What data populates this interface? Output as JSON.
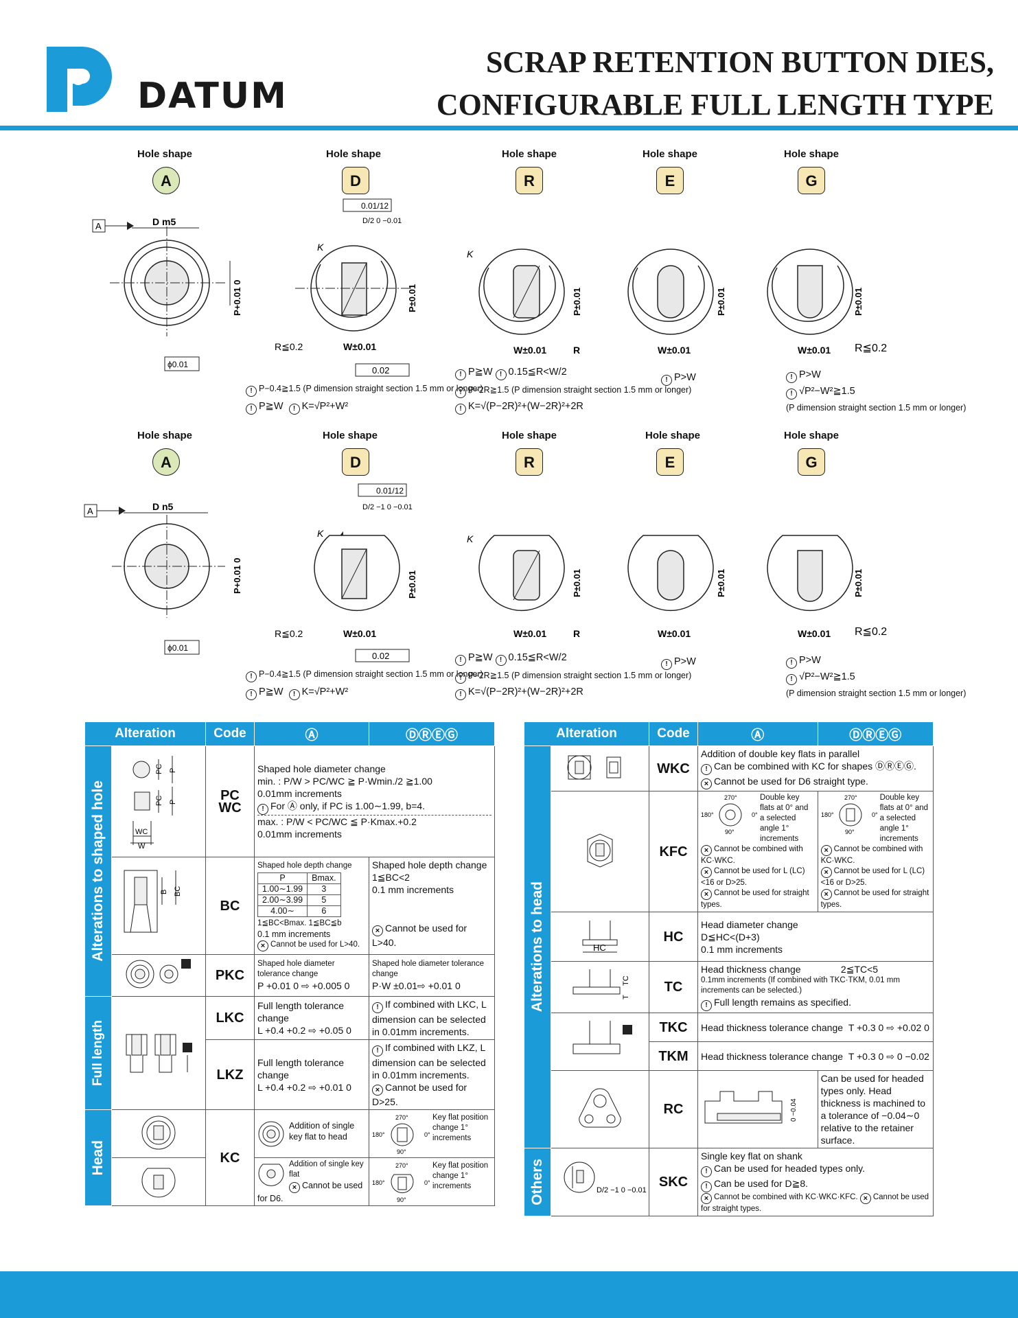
{
  "brand": {
    "name": "DATUM",
    "color": "#1b9bd7"
  },
  "title": {
    "line1": "SCRAP RETENTION BUTTON DIES,",
    "line2": "CONFIGURABLE FULL LENGTH TYPE"
  },
  "hole_shape_label": "Hole shape",
  "shapes": [
    "A",
    "D",
    "R",
    "E",
    "G"
  ],
  "diagram": {
    "datum": "A",
    "dia_m5": "D m5",
    "dia_n5": "D n5",
    "p_tol": "P+0.01 0",
    "p_pm": "P±0.01",
    "w_pm": "W±0.01",
    "r_le": "R≦0.2",
    "r": "R",
    "k": "K",
    "coax": "ϕ0.01",
    "para": "0.01/12",
    "sym": "0.02",
    "d_half": "D/2 0 −0.01",
    "d_half_1": "D/2 −1 0 −0.01"
  },
  "notes_top": {
    "d1": "P−0.4≧1.5 (P dimension straight section 1.5 mm or longer)",
    "d2a": "P≧W",
    "d2b": "K=√P²+W²",
    "r1a": "P≧W",
    "r1b": "0.15≦R<W/2",
    "r2": "P−2R≧1.5 (P dimension straight section 1.5 mm or longer)",
    "r3": "K=√(P−2R)²+(W−2R)²+2R",
    "e1": "P>W",
    "g1": "P>W",
    "g2": "√P²−W²≧1.5",
    "g3": "(P dimension straight section 1.5 mm or longer)"
  },
  "left_table": {
    "headers": [
      "Alteration",
      "Code",
      "Ⓐ",
      "ⒹⓇⒺⒼ"
    ],
    "groups": [
      "Alterations to shaped hole",
      "Full length",
      "Head"
    ],
    "pcwc": {
      "code1": "PC",
      "code2": "WC",
      "l1": "Shaped hole diameter change",
      "l2": "min. : P/W > PC/WC ≧ P·Wmin./2 ≧1.00",
      "l3": "0.01mm increments",
      "l4": "For Ⓐ only, if PC is 1.00∼1.99, b=4.",
      "l5": "max. : P/W < PC/WC ≦ P·Kmax.+0.2",
      "l6": "0.01mm increments",
      "fig_labels": [
        "PC",
        "P",
        "PC",
        "P",
        "WC",
        "W"
      ]
    },
    "bc": {
      "code": "BC",
      "title": "Shaped hole depth change",
      "mini_headers": [
        "P",
        "Bmax."
      ],
      "mini_rows": [
        [
          "1.00∼1.99",
          "3"
        ],
        [
          "2.00∼3.99",
          "5"
        ],
        [
          "4.00∼",
          "6"
        ]
      ],
      "a1": "1≦BC<Bmax. 1≦BC≦b",
      "a2": "0.1 mm increments",
      "a3": "Cannot be used for L>40.",
      "b1": "Shaped hole depth change",
      "b2": "1≦BC<2",
      "b3": "0.1 mm increments",
      "b4": "Cannot be used for L>40.",
      "fig_labels": [
        "B",
        "BC"
      ]
    },
    "pkc": {
      "code": "PKC",
      "a1": "Shaped hole diameter tolerance change",
      "a2": "P +0.01 0 ⇨ +0.005 0",
      "b1": "Shaped hole diameter tolerance change",
      "b2": "P·W ±0.01⇨ +0.01 0"
    },
    "lkc": {
      "code": "LKC",
      "l1": "Full length tolerance change",
      "l2": "L +0.4 +0.2 ⇨ +0.05 0",
      "n1": "If combined with LKC, L dimension can be selected in 0.01mm increments."
    },
    "lkz": {
      "code": "LKZ",
      "l1": "Full length tolerance change",
      "l2": "L +0.4 +0.2 ⇨ +0.01 0",
      "n1": "If combined with LKZ, L dimension can be selected in 0.01mm increments.",
      "n2": "Cannot be used for D>25."
    },
    "kc": {
      "code": "KC",
      "a1": "Addition of single key flat to head",
      "a2": "Addition of single key flat",
      "a3": "Cannot be used for D6.",
      "b1": "Key flat position change 1° increments",
      "b2": "Key flat position change 1° increments",
      "angles": [
        "270°",
        "180°",
        "0°",
        "90°"
      ]
    }
  },
  "right_table": {
    "headers": [
      "Alteration",
      "Code",
      "Ⓐ",
      "ⒹⓇⒺⒼ"
    ],
    "groups": [
      "Alterations to head",
      "Others"
    ],
    "wkc": {
      "code": "WKC",
      "l1": "Addition of double key flats in parallel",
      "l2": "Can be combined with KC for shapes ⒹⓇⒺⒼ.",
      "l3": "Cannot be used for D6 straight type."
    },
    "kfc": {
      "code": "KFC",
      "flat": "Double key flats at 0° and a selected angle 1° increments",
      "n1": "Cannot be combined with KC·WKC.",
      "n2": "Cannot be used for L (LC) <16 or D>25.",
      "n3": "Cannot be used for straight types.",
      "angles": [
        "270°",
        "180°",
        "0°",
        "90°"
      ]
    },
    "hc": {
      "code": "HC",
      "l1": "Head diameter change",
      "l2": "D≦HC<(D+3)",
      "l3": "0.1 mm increments",
      "fig": "HC"
    },
    "tc": {
      "code": "TC",
      "l1": "Head thickness change",
      "l1b": "2≦TC<5",
      "l2": "0.1mm increments (If combined with TKC·TKM, 0.01 mm increments can be selected.)",
      "l3": "Full length remains as specified.",
      "fig": [
        "TC",
        "T"
      ]
    },
    "tkc": {
      "code": "TKC",
      "l1": "Head thickness tolerance change",
      "l2": "T +0.3 0 ⇨ +0.02 0"
    },
    "tkm": {
      "code": "TKM",
      "l1": "Head thickness tolerance change",
      "l2": "T +0.3 0 ⇨ 0 −0.02"
    },
    "rc": {
      "code": "RC",
      "fig": "0 −0.04",
      "l1": "Can be used for headed types only. Head thickness is machined to a tolerance of −0.04∼0 relative to the retainer surface."
    },
    "skc": {
      "code": "SKC",
      "fig": "D/2 −1 0 −0.01",
      "l1": "Single key flat on shank",
      "l2": "Can be used for headed types only.",
      "l3": "Can be used for D≧8.",
      "l4": "Cannot be combined with KC·WKC·KFC.",
      "l5": "Cannot be used for straight types."
    }
  }
}
